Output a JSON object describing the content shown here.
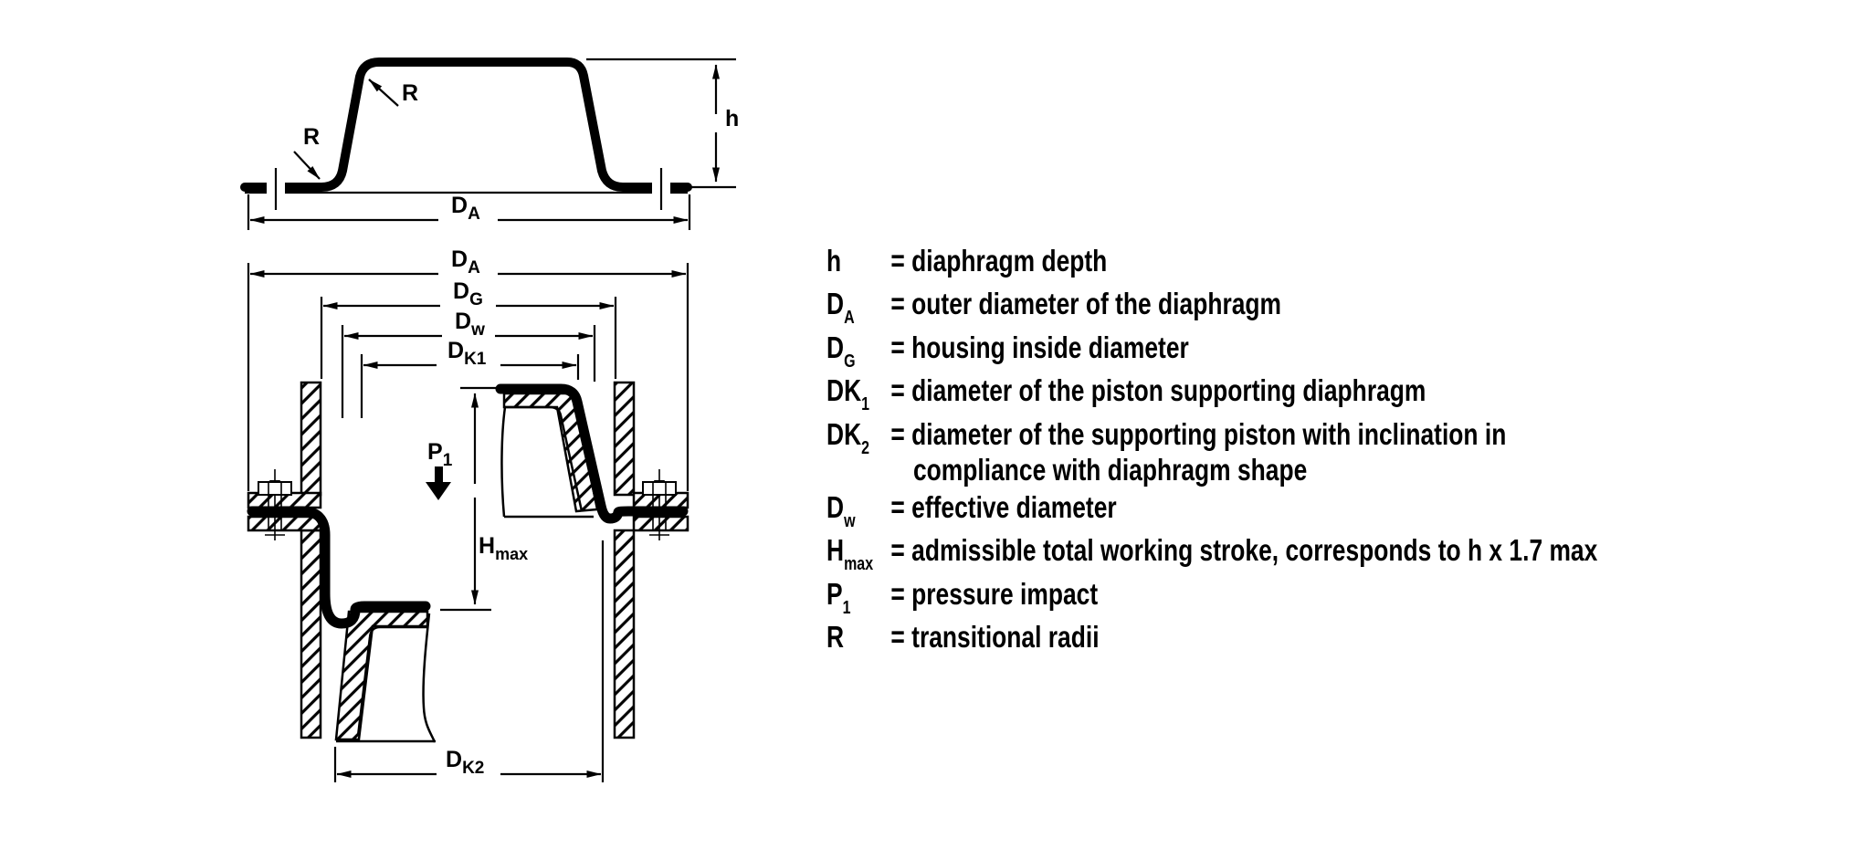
{
  "figure": {
    "top": {
      "r_upper": "R",
      "r_lower": "R",
      "h_label": "h",
      "da": {
        "m": "D",
        "s": "A"
      }
    },
    "section": {
      "da": {
        "m": "D",
        "s": "A"
      },
      "dg": {
        "m": "D",
        "s": "G"
      },
      "dw": {
        "m": "D",
        "s": "w"
      },
      "dk1": {
        "m": "D",
        "s": "K1"
      },
      "dk2": {
        "m": "D",
        "s": "K2"
      },
      "p1": {
        "m": "P",
        "s": "1"
      },
      "hmax": {
        "m": "H",
        "s": "max"
      }
    }
  },
  "legend": {
    "items": [
      {
        "sym": "h",
        "sub": "",
        "desc": "= diaphragm depth"
      },
      {
        "sym": "D",
        "sub": "A",
        "desc": "= outer diameter of the diaphragm"
      },
      {
        "sym": "D",
        "sub": "G",
        "desc": "= housing inside diameter"
      },
      {
        "sym": "DK",
        "sub": "1",
        "desc": "= diameter of the piston supporting diaphragm"
      },
      {
        "sym": "DK",
        "sub": "2",
        "desc": "= diameter of the supporting piston with inclination in",
        "desc2": "compliance with diaphragm shape"
      },
      {
        "sym": "D",
        "sub": "w",
        "desc": "= effective diameter"
      },
      {
        "sym": "H",
        "sub": "max",
        "desc": "= admissible total working stroke, corresponds to h x 1.7 max"
      },
      {
        "sym": "P",
        "sub": "1",
        "desc": "= pressure impact"
      },
      {
        "sym": "R",
        "sub": "",
        "desc": "= transitional radii"
      }
    ]
  },
  "colors": {
    "ink": "#000000",
    "background": "#ffffff"
  }
}
